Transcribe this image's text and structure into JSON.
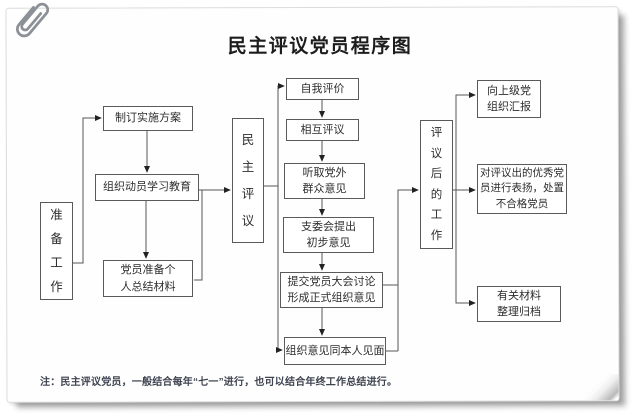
{
  "title": "民主评议党员程序图",
  "footnote": "注：民主评议党员，一般结合每年“七一”进行，也可以结合年终工作总结进行。",
  "colors": {
    "ink": "#2d2d2d",
    "line": "#565656",
    "box_border": "#5a5a5a",
    "footnote_text": "#3d4450",
    "paper": "#ffffff",
    "paperclip": "#8b9196"
  },
  "diagram": {
    "prepare_stage": {
      "label": "准备工作",
      "steps": [
        "制订实施方案",
        "组织动员学习教育",
        "党员准备个人总结材料"
      ]
    },
    "review_stage": {
      "label": "民主评议",
      "steps": [
        "自我评价",
        "相互评议",
        "听取党外群众意见",
        "支委会提出初步意见",
        "提交党员大会讨论形成正式组织意见",
        "组织意见同本人见面"
      ]
    },
    "after_stage": {
      "label": "评议后的工作",
      "steps": [
        "向上级党组织汇报",
        "对评议出的优秀党员进行表扬，处置不合格党员",
        "有关材料整理归档"
      ]
    }
  }
}
